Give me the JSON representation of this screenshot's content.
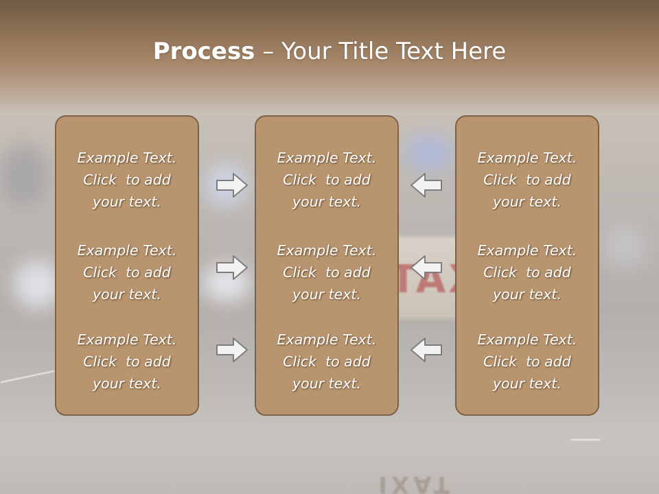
{
  "slide": {
    "title_bold": "Process",
    "title_rest": " – Your Title Text Here",
    "columns": [
      {
        "blocks": [
          [
            "Example Text.",
            "Click  to add",
            "your text."
          ],
          [
            "Example Text.",
            "Click  to add",
            "your text."
          ],
          [
            "Example Text.",
            "Click  to add",
            "your text."
          ]
        ]
      },
      {
        "blocks": [
          [
            "Example Text.",
            "Click  to add",
            "your text."
          ],
          [
            "Example Text.",
            "Click  to add",
            "your text."
          ],
          [
            "Example Text.",
            "Click  to add",
            "your text."
          ]
        ]
      },
      {
        "blocks": [
          [
            "Example Text.",
            "Click  to add",
            "your text."
          ],
          [
            "Example Text.",
            "Click  to add",
            "your text."
          ],
          [
            "Example Text.",
            "Click  to add",
            "your text."
          ]
        ]
      }
    ],
    "background_text_top": "TAXI",
    "background_text_bottom": "TAXI",
    "arrows_left": [
      "arrow-right-icon",
      "arrow-right-icon",
      "arrow-right-icon"
    ],
    "arrows_right": [
      "arrow-left-icon",
      "arrow-left-icon",
      "arrow-left-icon"
    ]
  },
  "colors": {
    "panel_fill": "#b8956f",
    "panel_border": "#7d6147",
    "title_band": "#8a6e52",
    "text": "#ffffff"
  }
}
